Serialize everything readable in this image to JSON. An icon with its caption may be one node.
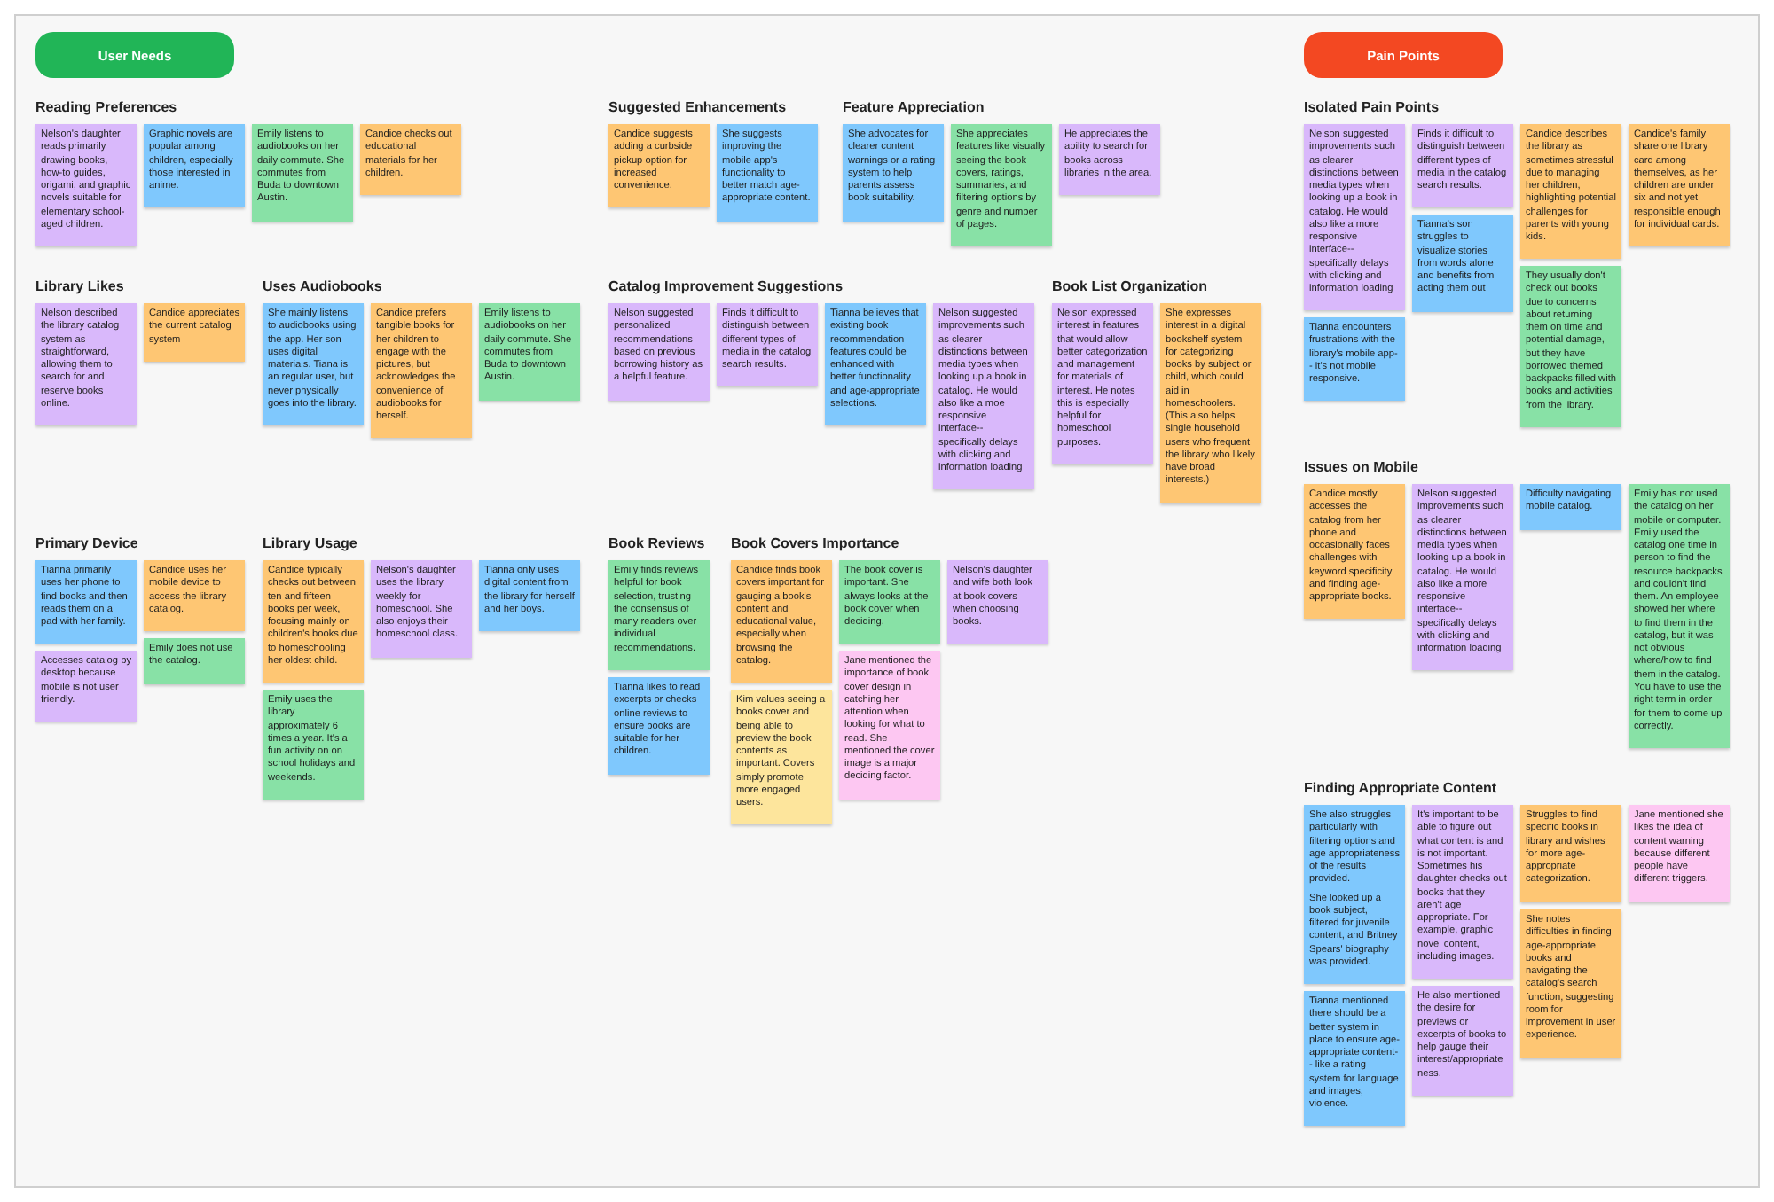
{
  "diagram": {
    "nodes": [
      {
        "text": [
          "User Needs"
        ]
      },
      {
        "text": [
          "Pain Points"
        ]
      },
      {
        "text": [
          "Nelson's daughter reads primarily drawing books, how-to guides, origami, and graphic novels suitable for elementary school-aged children."
        ]
      },
      {
        "text": [
          "Graphic novels are popular among children, especially those interested in anime."
        ]
      },
      {
        "text": [
          "Emily listens to audiobooks on her daily commute. She commutes from Buda to downtown Austin."
        ]
      },
      {
        "text": [
          "Candice checks out educational materials for her children."
        ]
      },
      {
        "text": [
          "Nelson described the library catalog system as straightforward, allowing them to search for and reserve books online."
        ]
      },
      {
        "text": [
          "Candice appreciates the current catalog system"
        ]
      },
      {
        "text": [
          "She mainly listens to audiobooks using the app. Her son uses digital materials. Tiana is an regular user, but never physically goes into the library."
        ]
      },
      {
        "text": [
          "Candice prefers tangible books for her children to engage with the pictures, but acknowledges the convenience of audiobooks for herself."
        ]
      },
      {
        "text": [
          "Emily listens to audiobooks on her daily commute. She commutes from Buda to downtown Austin."
        ]
      },
      {
        "text": [
          "Candice  suggests adding a curbside pickup option for increased convenience."
        ]
      },
      {
        "text": [
          "She suggests improving the mobile app's functionality to better match age-appropriate content."
        ]
      },
      {
        "text": [
          "She advocates for clearer content warnings or a rating system to help parents assess book suitability."
        ]
      },
      {
        "text": [
          "She appreciates features like visually seeing the book covers, ratings, summaries, and filtering options by genre and number of pages."
        ]
      },
      {
        "text": [
          "He appreciates the ability to search for books across libraries in the area."
        ]
      },
      {
        "text": [
          "Nelson suggested personalized recommendations based on previous borrowing history as a helpful feature."
        ]
      },
      {
        "text": [
          "Finds it difficult to distinguish between different types of media in the catalog search results."
        ]
      },
      {
        "text": [
          "Tianna believes that existing book recommendation features could be enhanced with better functionality and age-appropriate selections."
        ]
      },
      {
        "text": [
          "Nelson suggested improvements such as clearer distinctions between media types when looking up a book in catalog. He would also like a moe responsive interface-- specifically delays with clicking and information loading"
        ]
      },
      {
        "text": [
          "Nelson expressed interest in features that would allow better categorization and management for materials of interest. He notes this is especially helpful for homeschool purposes."
        ]
      },
      {
        "text": [
          "She expresses interest in a digital bookshelf system for categorizing books by subject or child, which could aid in homeschoolers. (This also helps single household users who frequent the library who likely have broad interests.)"
        ]
      },
      {
        "text": [
          "Nelson suggested improvements such as clearer distinctions between media types when looking up a book in catalog. He would also like a more responsive interface-- specifically delays with clicking and information loading"
        ]
      },
      {
        "text": [
          "Finds it difficult to distinguish between different types of media in the catalog search results."
        ]
      },
      {
        "text": [
          "Candice describes the library as sometimes stressful due to managing her children, highlighting potential challenges for parents with young kids."
        ]
      },
      {
        "text": [
          "Candice's family share one library card among themselves, as her children are under six and not yet responsible enough for individual cards."
        ]
      },
      {
        "text": [
          "Tianna encounters frustrations with the library's mobile app-- it's not mobile responsive."
        ]
      },
      {
        "text": [
          "Tianna's son struggles to visualize stories from words alone and benefits from acting them out"
        ]
      },
      {
        "text": [
          "They usually don't check out books due to concerns about returning them on time and potential damage, but they have  borrowed themed backpacks filled with books and activities from the library."
        ]
      },
      {
        "text": [
          "Candice mostly accesses the catalog from her phone and occasionally faces challenges with keyword specificity and finding age-appropriate books."
        ]
      },
      {
        "text": [
          "Nelson suggested improvements such as clearer distinctions between media types when looking up a book in catalog. He would also like a more responsive interface-- specifically delays with clicking and information loading"
        ]
      },
      {
        "text": [
          "Difficulty navigating mobile catalog."
        ]
      },
      {
        "text": [
          "Emily has not used the catalog on her mobile or computer. Emily used the catalog one time in person to find the resource backpacks and couldn't find them. An employee showed her where to find them in the catalog, but it was not obvious where/how to find them in the catalog. You have to use the right term in order for them to come up correctly."
        ]
      },
      {
        "text": [
          "Tianna primarily uses her phone to find books and then reads them on a pad with her family."
        ]
      },
      {
        "text": [
          "Candice uses her mobile device to access the library catalog."
        ]
      },
      {
        "text": [
          "Accesses catalog by desktop because mobile is not user friendly."
        ]
      },
      {
        "text": [
          "Emily does not use the catalog."
        ]
      },
      {
        "text": [
          "Candice typically checks out between ten and fifteen books per week, focusing mainly on children's books due to homeschooling her oldest child."
        ]
      },
      {
        "text": [
          "Emily uses the library approximately 6 times a year. It's a fun activity on on school holidays and weekends."
        ]
      },
      {
        "text": [
          "Nelson's daughter uses the library weekly for homeschool. She also enjoys their homeschool class."
        ]
      },
      {
        "text": [
          "Tianna only uses digital content from the library for herself and her boys."
        ]
      },
      {
        "text": [
          "Emily finds reviews helpful for book selection, trusting the consensus of many readers over individual recommendations."
        ]
      },
      {
        "text": [
          "Tianna likes to read excerpts or checks online reviews to ensure books are suitable for her children."
        ]
      },
      {
        "text": [
          "Candice finds book covers important for gauging a book's content and educational value, especially when browsing the catalog."
        ]
      },
      {
        "text": [
          "The book cover is important. She always looks at the book cover when deciding."
        ]
      },
      {
        "text": [
          "Nelson's daughter and wife both look at book covers when choosing books."
        ]
      },
      {
        "text": [
          "Kim values seeing a books cover and being able to preview the book contents as important.  Covers simply promote more engaged users."
        ]
      },
      {
        "text": [
          "Jane mentioned the importance of book cover design in catching her attention when looking for what to read. She mentioned the cover image is a major deciding factor."
        ]
      },
      {
        "text": [
          "She also struggles particularly with filtering options and age appropriateness of the results provided.",
          "She looked up a book subject, filtered for juvenile content, and Britney Spears' biography was provided."
        ]
      },
      {
        "text": [
          "It's important to be able to figure out what content is and is not important. Sometimes his daughter checks out books that they aren't age appropriate.  For example, graphic novel content, including images."
        ]
      },
      {
        "text": [
          "Struggles to find specific books in library and wishes for more age-appropriate categorization."
        ]
      },
      {
        "text": [
          "Jane mentioned she likes the idea of content warning because different people have different triggers."
        ]
      },
      {
        "text": [
          "Tianna mentioned there should be a better system in place to ensure age-appropriate content-- like a rating system for language and images, violence."
        ]
      },
      {
        "text": [
          "He also mentioned the desire for previews or excerpts of books to help gauge their interest/appropriateness."
        ]
      },
      {
        "text": [
          "She notes difficulties in finding age-appropriate books and navigating the catalog's search function, suggesting room for improvement in user experience."
        ]
      }
    ],
    "labels": [
      "Reading Preferences",
      "Suggested Enhancements",
      "Feature Appreciation",
      "Isolated  Pain Points",
      "Library Likes",
      "Uses Audiobooks",
      "Catalog Improvement Suggestions",
      "Book List Organization",
      "Issues on Mobile",
      "Primary Device",
      "Library Usage",
      "Book Reviews",
      "Book Covers Importance",
      "Finding Appropriate Content"
    ]
  }
}
